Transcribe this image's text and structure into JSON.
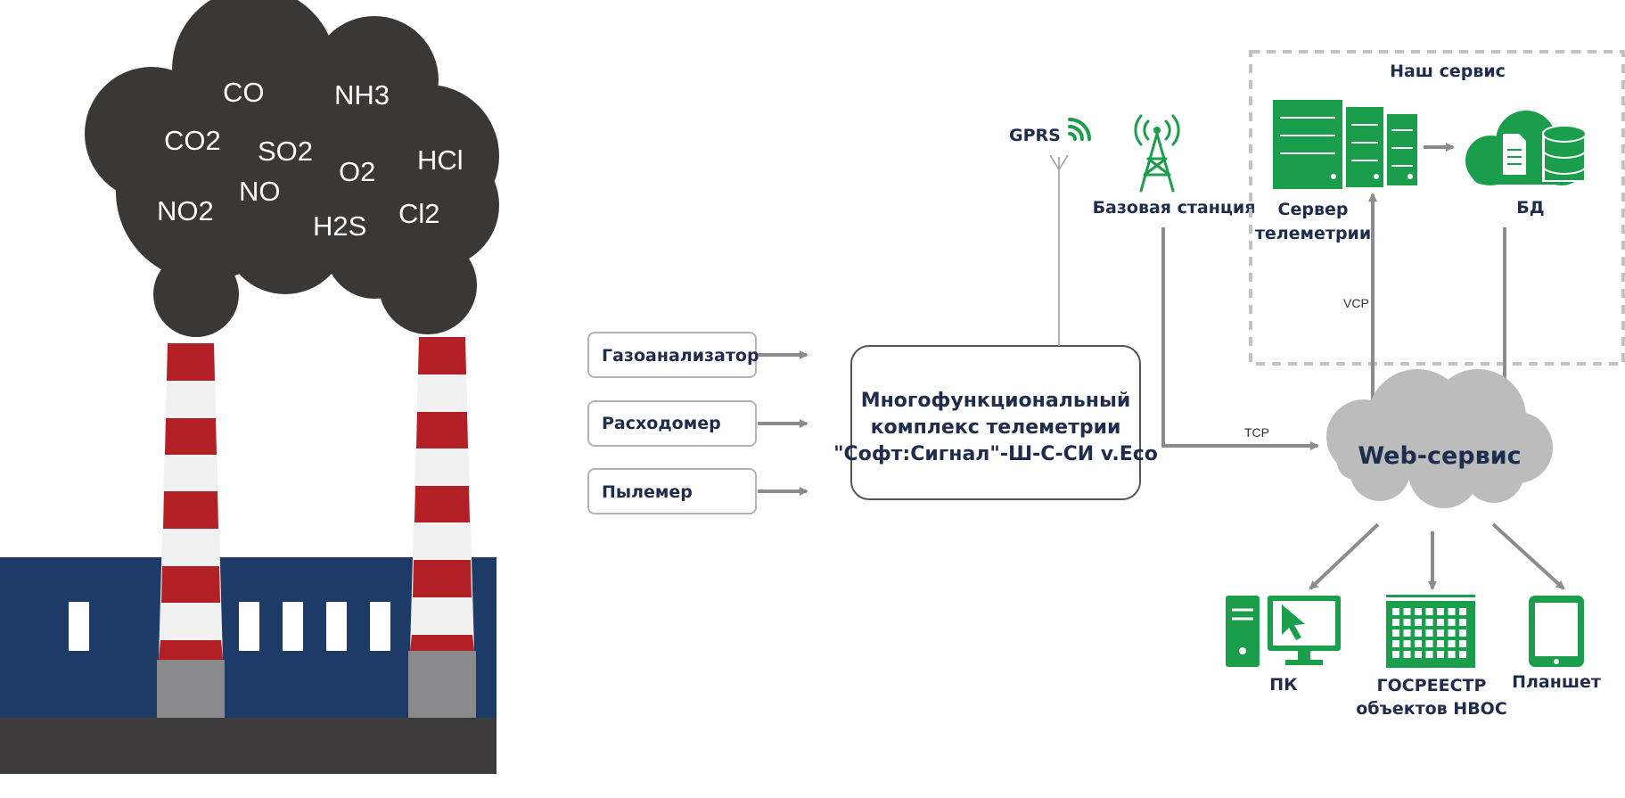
{
  "gases": [
    "CO",
    "NH3",
    "CO2",
    "SO2",
    "O2",
    "HCl",
    "NO2",
    "NO",
    "H2S",
    "Cl2"
  ],
  "inputs": [
    "Газоанализатор",
    "Расходомер",
    "Пылемер"
  ],
  "complex": {
    "line1": "Многофункциональный",
    "line2": "комплекс телеметрии",
    "line3": "\"Софт:Сигнал\"-Ш-С-СИ v.Eco"
  },
  "gprs": "GPRS",
  "base_station": "Базовая станция",
  "our_service": "Наш сервис",
  "telemetry_server": {
    "line1": "Сервер",
    "line2": "телеметрии"
  },
  "db": "БД",
  "vcp": "VCP",
  "tcp": "TCP",
  "web_service": "Web-сервис",
  "pc": "ПК",
  "registry": {
    "line1": "ГОСРЕЕСТР",
    "line2": "объектов НВОС"
  },
  "tablet": "Планшет",
  "colors": {
    "green": "#1a9e4c",
    "navy": "#1e3a66",
    "smoke": "#3a3837",
    "stripe_red": "#b21f24",
    "arrow_gray": "#8c8c8c",
    "cloud_gray": "#bcbcbc",
    "label_dark": "#1e2d4d"
  }
}
